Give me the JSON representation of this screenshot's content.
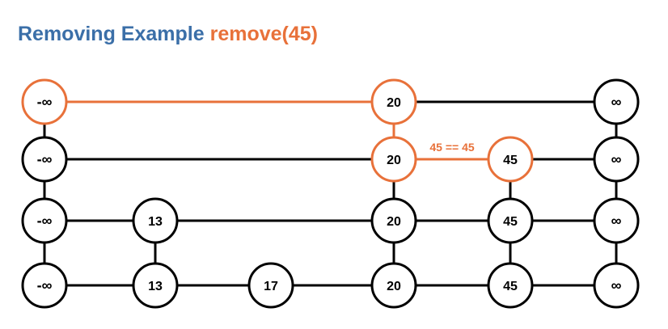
{
  "title": {
    "main": "Removing Example",
    "call": "remove(45)"
  },
  "colors": {
    "title_main": "#3b6fa8",
    "highlight": "#e8713a",
    "normal": "#000000"
  },
  "annotation": "45 == 45",
  "skip_list": {
    "levels": [
      {
        "level": 3,
        "nodes": [
          {
            "id": "L3-neg-inf",
            "label": "-∞",
            "col": 0,
            "highlight": true
          },
          {
            "id": "L3-20",
            "label": "20",
            "col": 3,
            "highlight": true
          },
          {
            "id": "L3-inf",
            "label": "∞",
            "col": 5,
            "highlight": false
          }
        ]
      },
      {
        "level": 2,
        "nodes": [
          {
            "id": "L2-neg-inf",
            "label": "-∞",
            "col": 0,
            "highlight": false
          },
          {
            "id": "L2-20",
            "label": "20",
            "col": 3,
            "highlight": true
          },
          {
            "id": "L2-45",
            "label": "45",
            "col": 4,
            "highlight": true
          },
          {
            "id": "L2-inf",
            "label": "∞",
            "col": 5,
            "highlight": false
          }
        ]
      },
      {
        "level": 1,
        "nodes": [
          {
            "id": "L1-neg-inf",
            "label": "-∞",
            "col": 0,
            "highlight": false
          },
          {
            "id": "L1-13",
            "label": "13",
            "col": 1,
            "highlight": false
          },
          {
            "id": "L1-20",
            "label": "20",
            "col": 3,
            "highlight": false
          },
          {
            "id": "L1-45",
            "label": "45",
            "col": 4,
            "highlight": false
          },
          {
            "id": "L1-inf",
            "label": "∞",
            "col": 5,
            "highlight": false
          }
        ]
      },
      {
        "level": 0,
        "nodes": [
          {
            "id": "L0-neg-inf",
            "label": "-∞",
            "col": 0,
            "highlight": false
          },
          {
            "id": "L0-13",
            "label": "13",
            "col": 1,
            "highlight": false
          },
          {
            "id": "L0-17",
            "label": "17",
            "col": 2,
            "highlight": false
          },
          {
            "id": "L0-20",
            "label": "20",
            "col": 3,
            "highlight": false
          },
          {
            "id": "L0-45",
            "label": "45",
            "col": 4,
            "highlight": false
          },
          {
            "id": "L0-inf",
            "label": "∞",
            "col": 5,
            "highlight": false
          }
        ]
      }
    ],
    "horizontal_links": [
      {
        "from": "L3-neg-inf",
        "to": "L3-20",
        "highlight": true
      },
      {
        "from": "L3-20",
        "to": "L3-inf",
        "highlight": false
      },
      {
        "from": "L2-neg-inf",
        "to": "L2-20",
        "highlight": false
      },
      {
        "from": "L2-20",
        "to": "L2-45",
        "highlight": true
      },
      {
        "from": "L2-45",
        "to": "L2-inf",
        "highlight": false
      },
      {
        "from": "L1-neg-inf",
        "to": "L1-13",
        "highlight": false
      },
      {
        "from": "L1-13",
        "to": "L1-20",
        "highlight": false
      },
      {
        "from": "L1-20",
        "to": "L1-45",
        "highlight": false
      },
      {
        "from": "L1-45",
        "to": "L1-inf",
        "highlight": false
      },
      {
        "from": "L0-neg-inf",
        "to": "L0-13",
        "highlight": false
      },
      {
        "from": "L0-13",
        "to": "L0-17",
        "highlight": false
      },
      {
        "from": "L0-17",
        "to": "L0-20",
        "highlight": false
      },
      {
        "from": "L0-20",
        "to": "L0-45",
        "highlight": false
      },
      {
        "from": "L0-45",
        "to": "L0-inf",
        "highlight": false
      }
    ],
    "vertical_links": [
      {
        "from": "L3-neg-inf",
        "to": "L2-neg-inf",
        "highlight": false
      },
      {
        "from": "L2-neg-inf",
        "to": "L1-neg-inf",
        "highlight": false
      },
      {
        "from": "L1-neg-inf",
        "to": "L0-neg-inf",
        "highlight": false
      },
      {
        "from": "L1-13",
        "to": "L0-13",
        "highlight": false
      },
      {
        "from": "L3-20",
        "to": "L2-20",
        "highlight": true
      },
      {
        "from": "L2-20",
        "to": "L1-20",
        "highlight": false
      },
      {
        "from": "L1-20",
        "to": "L0-20",
        "highlight": false
      },
      {
        "from": "L2-45",
        "to": "L1-45",
        "highlight": false
      },
      {
        "from": "L1-45",
        "to": "L0-45",
        "highlight": false
      },
      {
        "from": "L3-inf",
        "to": "L2-inf",
        "highlight": false
      },
      {
        "from": "L2-inf",
        "to": "L1-inf",
        "highlight": false
      },
      {
        "from": "L1-inf",
        "to": "L0-inf",
        "highlight": false
      }
    ]
  }
}
